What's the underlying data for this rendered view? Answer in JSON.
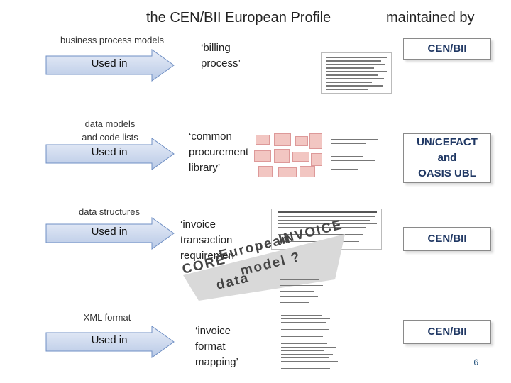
{
  "header": {
    "title": "the CEN/BII European Profile",
    "maintained_by": "maintained by"
  },
  "rows": [
    {
      "category": "business process models",
      "arrow_label": "Used in",
      "artefact": [
        "‘billing",
        "process’"
      ],
      "maintainer": [
        "CEN/BII"
      ]
    },
    {
      "category": [
        "data models",
        "and code lists"
      ],
      "arrow_label": "Used in",
      "artefact": [
        "‘common",
        "procurement",
        "library’"
      ],
      "maintainer": [
        "UN/CEFACT",
        "and",
        "OASIS UBL"
      ]
    },
    {
      "category": "data structures",
      "arrow_label": "Used in",
      "artefact": [
        "‘invoice",
        "transaction",
        "requiremen"
      ],
      "maintainer": [
        "CEN/BII"
      ]
    },
    {
      "category": "XML format",
      "arrow_label": "Used in",
      "artefact": [
        "‘invoice",
        "format",
        "mapping’"
      ],
      "maintainer": [
        "CEN/BII"
      ]
    }
  ],
  "overlay": {
    "line1": "INVOICE",
    "line2": "European",
    "line3": "CORE",
    "line4": "model ?",
    "line5": "data"
  },
  "page_number": "6",
  "colors": {
    "arrow_fill_top": "#e9eef8",
    "arrow_fill_bottom": "#b8c9e6",
    "arrow_stroke": "#6f8fc4",
    "maintainer_text": "#203864",
    "wedge_fill": "#d9d9d9"
  }
}
